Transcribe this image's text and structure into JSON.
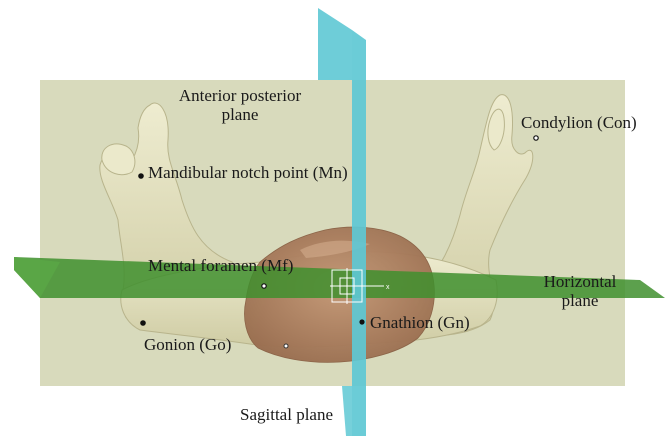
{
  "labels": {
    "anterior_posterior_plane": "Anterior posterior\nplane",
    "condylion": "Condylion (Con)",
    "mandibular_notch_point": "Mandibular notch point (Mn)",
    "mental_foramen": "Mental foramen (Mf)",
    "horizontal_plane": "Horizontal\nplane",
    "gnathion": "Gnathion (Gn)",
    "gonion": "Gonion (Go)",
    "sagittal_plane": "Sagittal plane",
    "axis_x": "x"
  },
  "colors": {
    "ap_plane": "#d6d8b8",
    "sagittal_plane": "#5ec8d4",
    "horizontal_plane": "#3f8f2e",
    "bone": "#e2e0bf",
    "bone_shadow": "#b8b48c",
    "soft_tissue": "#b88a66",
    "landmark": "#111111"
  },
  "icons": {
    "gizmo": "coordinate-axes-icon"
  }
}
